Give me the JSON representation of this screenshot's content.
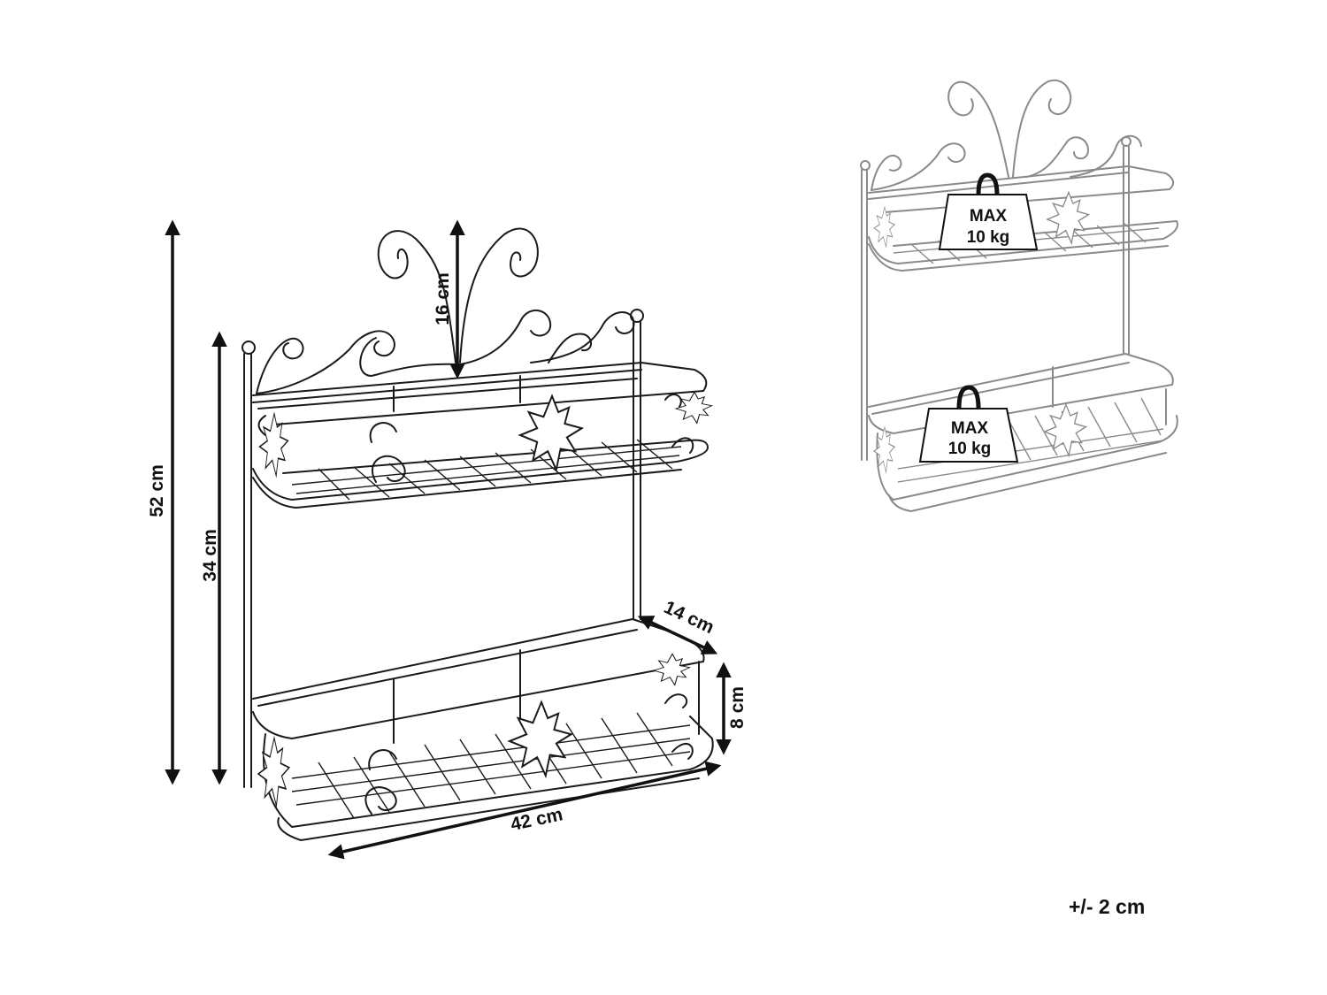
{
  "dimensions": {
    "height_total": "52 cm",
    "height_frame": "34 cm",
    "height_crest": "16 cm",
    "depth": "14 cm",
    "shelf_height": "8 cm",
    "width": "42 cm"
  },
  "load": {
    "upper": {
      "line1": "MAX",
      "line2": "10 kg"
    },
    "lower": {
      "line1": "MAX",
      "line2": "10 kg"
    }
  },
  "tolerance": "+/- 2 cm"
}
